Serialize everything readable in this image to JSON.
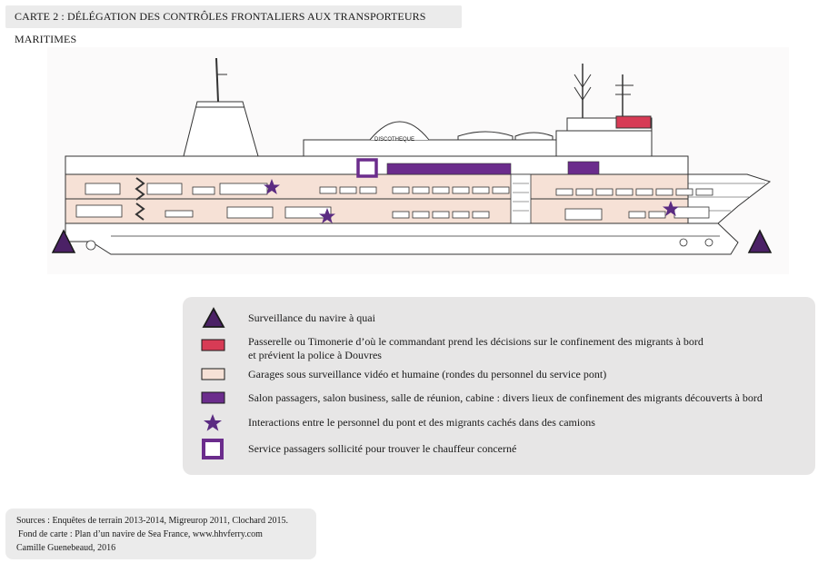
{
  "map": {
    "title": "CARTE    2 : DÉLÉGATION DES CONTRÔLES FRONTALIERS AUX TRANSPORTEURS MARITIMES",
    "ship_labels": {
      "discotheque": "DISCOTHEQUE"
    },
    "colors": {
      "surveillance_purple": "#4b2166",
      "bridge_red": "#d73b55",
      "garage_pink": "#f6e1d6",
      "salon_purple": "#6b2c8c",
      "star_purple": "#5b2b82",
      "legend_bg": "#e7e6e6"
    }
  },
  "legend": {
    "items": [
      {
        "icon": "triangle-icon",
        "lines": [
          "Surveillance du navire à quai"
        ]
      },
      {
        "icon": "red-rect-icon",
        "lines": [
          "Passerelle ou Timonerie d’où le commandant prend les décisions sur le confinement des migrants à bord",
          "et prévient la police à Douvres"
        ]
      },
      {
        "icon": "pink-rect-icon",
        "lines": [
          "Garages sous surveillance vidéo et humaine (rondes du personnel du service pont)"
        ]
      },
      {
        "icon": "purple-rect-icon",
        "lines": [
          "Salon passagers, salon business, salle de réunion, cabine : divers lieux de confinement des migrants découverts à bord"
        ]
      },
      {
        "icon": "star-icon",
        "lines": [
          "Interactions entre le personnel du pont et des migrants cachés dans des camions"
        ]
      },
      {
        "icon": "hollow-square-icon",
        "lines": [
          "Service passagers sollicité pour trouver le chauffeur concerné"
        ]
      }
    ]
  },
  "sources": {
    "line1": "Sources : Enquêtes de terrain 2013-2014, Migreurop 2011, Clochard 2015.",
    "line2": "Fond de carte :  Plan d’un navire de Sea France, www.hhvferry.com",
    "line3": "Camille Guenebeaud, 2016"
  }
}
